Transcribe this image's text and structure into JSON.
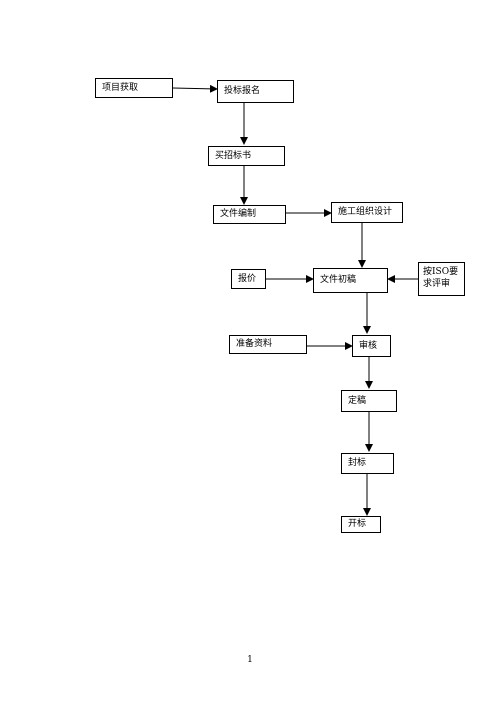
{
  "nodes": {
    "project_acquisition": "项目获取",
    "bid_registration": "投标报名",
    "buy_tender_docs": "买招标书",
    "document_preparation": "文件编制",
    "construction_design": "施工组织设计",
    "quotation": "报价",
    "document_draft": "文件初稿",
    "iso_review": "按ISO要求评审",
    "prepare_materials": "准备资料",
    "audit": "审核",
    "finalize": "定稿",
    "seal": "封标",
    "bid_opening": "开标"
  },
  "page_number": "1"
}
